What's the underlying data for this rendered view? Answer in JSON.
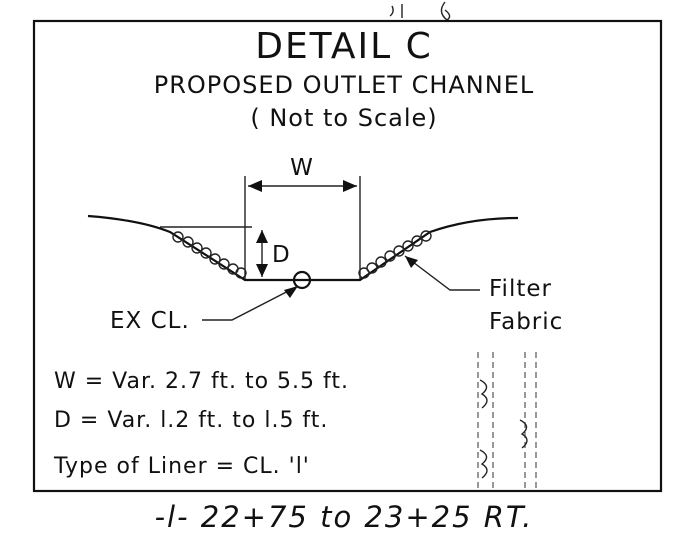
{
  "detail": {
    "title": "DETAIL C",
    "subtitle": "PROPOSED OUTLET CHANNEL",
    "scale_note": "( Not to Scale)"
  },
  "diagram": {
    "width_label": "W",
    "depth_label": "D",
    "centerline_label": "EX CL.",
    "fabric_label_line1": "Filter",
    "fabric_label_line2": "Fabric"
  },
  "notes": {
    "width_spec": "W = Var. 2.7 ft. to 5.5 ft.",
    "depth_spec": "D = Var. l.2 ft. to l.5 ft.",
    "liner_spec": "Type of Liner = CL. 'l'"
  },
  "footer": {
    "station_range": "-l- 22+75 to 23+25 RT."
  }
}
